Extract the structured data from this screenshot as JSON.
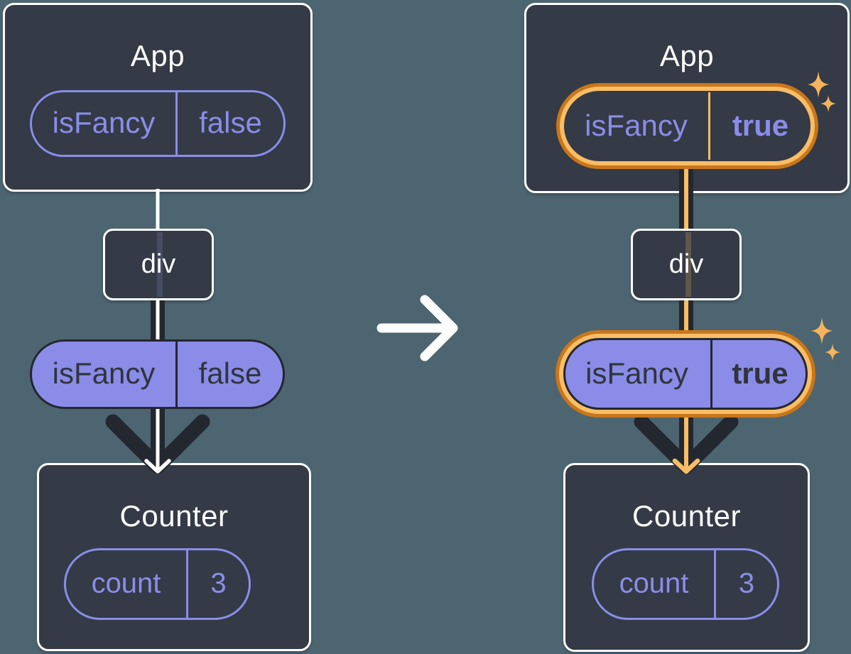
{
  "left": {
    "app": {
      "title": "App",
      "prop": {
        "name": "isFancy",
        "value": "false"
      }
    },
    "div_label": "div",
    "passed_prop": {
      "name": "isFancy",
      "value": "false"
    },
    "counter": {
      "title": "Counter",
      "state": {
        "name": "count",
        "value": "3"
      }
    }
  },
  "right": {
    "app": {
      "title": "App",
      "prop": {
        "name": "isFancy",
        "value": "true"
      }
    },
    "div_label": "div",
    "passed_prop": {
      "name": "isFancy",
      "value": "true"
    },
    "counter": {
      "title": "Counter",
      "state": {
        "name": "count",
        "value": "3"
      }
    }
  },
  "icons": {
    "transition": "arrow-right-icon",
    "flow_left": "arrow-down-icon",
    "flow_right": "arrow-down-icon",
    "highlight_top": "sparkles-icon",
    "highlight_middle": "sparkles-icon"
  },
  "colors": {
    "background": "#4d6570",
    "card": "#343a46",
    "card_border": "#ffffff",
    "purple_outline_text": "#8a8de8",
    "purple_fill": "#8a8ce8",
    "dark_stroke": "#23272f",
    "dark_text": "#30343d",
    "highlight_ring_outer": "#c9761b",
    "highlight_ring_inner": "#f9bd66",
    "sparkle": "#f5b45c",
    "arrow_white": "#ffffff"
  }
}
